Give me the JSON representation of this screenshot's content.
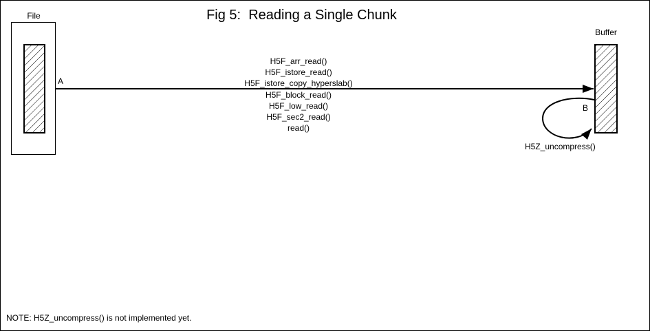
{
  "figure": {
    "title": "Fig 5:  Reading a Single Chunk"
  },
  "file_box": {
    "label": "File"
  },
  "buffer_box": {
    "label": "Buffer"
  },
  "read_path": {
    "endpoint_a": "A",
    "functions": [
      "H5F_arr_read()",
      "H5F_istore_read()",
      "H5F_istore_copy_hyperslab()",
      "H5F_block_read()",
      "H5F_low_read()",
      "H5F_sec2_read()",
      "read()"
    ]
  },
  "uncompress_loop": {
    "endpoint_b": "B",
    "label": "H5Z_uncompress()"
  },
  "note": "NOTE: H5Z_uncompress() is not implemented yet.",
  "colors": {
    "ink": "#000000",
    "background": "#ffffff"
  }
}
